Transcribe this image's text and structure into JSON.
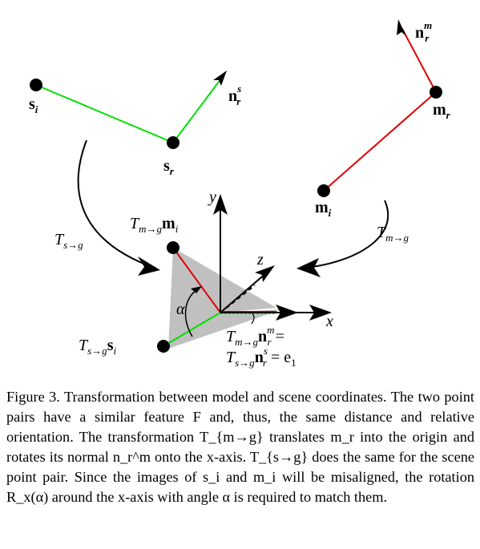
{
  "figure": {
    "points": {
      "s_i": {
        "main": "s",
        "sub": "i"
      },
      "s_r": {
        "main": "s",
        "sub": "r"
      },
      "n_r_s": {
        "main": "n",
        "sub": "r",
        "sup": "s"
      },
      "m_r": {
        "main": "m",
        "sub": "r"
      },
      "m_i": {
        "main": "m",
        "sub": "i"
      },
      "n_r_m": {
        "main": "n",
        "sub": "r",
        "sup": "m"
      }
    },
    "transforms": {
      "T_s_to_g": {
        "main": "T",
        "sub": "s→g"
      },
      "T_m_to_g": {
        "main": "T",
        "sub": "m→g"
      },
      "T_m_to_g_m_i": {
        "main": "T",
        "sub": "m→g",
        "suffix": "m",
        "suffix_sub": "i"
      },
      "T_s_to_g_s_i": {
        "main": "T",
        "sub": "s→g",
        "suffix": "s",
        "suffix_sub": "i"
      }
    },
    "axes": {
      "x": "x",
      "y": "y",
      "z": "z"
    },
    "angle": "α",
    "equation_line1": {
      "T": "T",
      "T_sub": "m→g",
      "n": "n",
      "n_sub": "r",
      "n_sup": "m",
      "rest": " ="
    },
    "equation_line2": {
      "T": "T",
      "T_sub": "s→g",
      "n": "n",
      "n_sub": "r",
      "n_sup": "s",
      "rest": " = e",
      "rest_sub": "1"
    }
  },
  "caption": "Figure 3. Transformation between model and scene coordinates. The two point pairs have a similar feature F and, thus, the same distance and relative orientation. The transformation T_{m→g} translates m_r into the origin and rotates its normal n_r^m onto the x-axis. T_{s→g} does the same for the scene point pair. Since the images of s_i and m_i will be misaligned, the rotation R_x(α) around the x-axis with angle α is required to match them.",
  "colors": {
    "scene_pair": "#00e000",
    "model_pair": "#e00000",
    "plane": "#c0c0c0",
    "points": "#000000"
  }
}
